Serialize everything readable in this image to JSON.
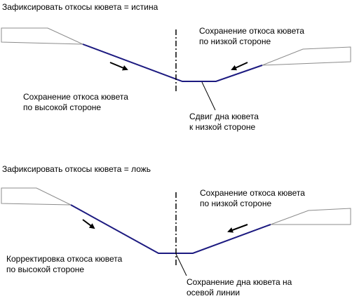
{
  "panel_top": {
    "title": "Зафиксировать откосы кювета = истина",
    "label_left": [
      "Сохранение откоса кювета",
      "по высокой стороне"
    ],
    "label_right": [
      "Сохранение откоса кювета",
      "по низкой стороне"
    ],
    "label_bottom": [
      "Сдвиг дна кювета",
      "к низкой стороне"
    ]
  },
  "panel_bottom": {
    "title": "Зафиксировать откосы кювета = ложь",
    "label_left": [
      "Корректировка откоса кювета",
      "по высокой стороне"
    ],
    "label_right": [
      "Сохранение откоса кювета",
      "по низкой стороне"
    ],
    "label_bottom": [
      "Сохранение дна кювета на",
      "осевой линии"
    ]
  },
  "colors": {
    "ditch_line": "#1c1a80",
    "terrain_line": "#8c8c8c",
    "text": "#000000"
  }
}
